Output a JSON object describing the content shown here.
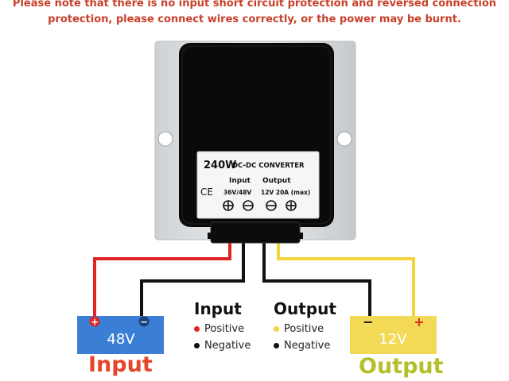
{
  "notice": {
    "line1": "Please note that there is no input short circuit protection and reversed connection",
    "line2": "protection, please connect wires correctly, or the power may be burnt."
  },
  "device": {
    "power": "240W",
    "type": "DC-DC CONVERTER",
    "ce_mark": "CE",
    "input_header": "Input",
    "input_range": "36V/48V",
    "output_header": "Output",
    "output_spec": "12V  20A (max)"
  },
  "input_battery": {
    "voltage": "48V",
    "plus": "+",
    "minus": "−",
    "color": "#3a7fd5"
  },
  "output_battery": {
    "voltage": "12V",
    "plus": "+",
    "minus": "−",
    "color": "#f3da56"
  },
  "legend": {
    "input": {
      "title": "Input",
      "positive": "Positive",
      "negative": "Negative",
      "positive_color": "#e02424",
      "negative_color": "#111111"
    },
    "output": {
      "title": "Output",
      "positive": "Positive",
      "negative": "Negative",
      "positive_color": "#f2d53c",
      "negative_color": "#111111"
    }
  },
  "labels": {
    "input": "Input",
    "output": "Output",
    "input_color": "#e5452a",
    "output_color": "#b5bf2a"
  },
  "wires": {
    "red": "#e02424",
    "black": "#111111",
    "yellow": "#f2d53c"
  }
}
